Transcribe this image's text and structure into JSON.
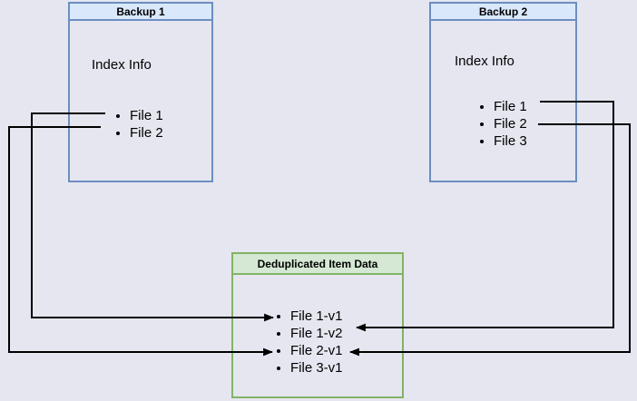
{
  "canvas": {
    "background_color": "#e6e6f0",
    "connector_color": "#000000"
  },
  "backup1": {
    "title": "Backup 1",
    "header_fill": "#dae8fc",
    "border_color": "#6c8ebf",
    "index_label": "Index Info",
    "files": [
      "File 1",
      "File 2"
    ]
  },
  "backup2": {
    "title": "Backup 2",
    "header_fill": "#dae8fc",
    "border_color": "#6c8ebf",
    "index_label": "Index Info",
    "files": [
      "File 1",
      "File 2",
      "File 3"
    ]
  },
  "dedup": {
    "title": "Deduplicated Item Data",
    "header_fill": "#d5e8d4",
    "border_color": "#82b366",
    "items": [
      "File 1-v1",
      "File 1-v2",
      "File 2-v1",
      "File 3-v1"
    ]
  },
  "connectors": [
    {
      "from": "Backup 1 / File 1",
      "to": "Deduplicated Item Data / File 1-v1"
    },
    {
      "from": "Backup 1 / File 2",
      "to": "Deduplicated Item Data / File 2-v1"
    },
    {
      "from": "Backup 2 / File 1",
      "to": "Deduplicated Item Data / File 1-v2"
    },
    {
      "from": "Backup 2 / File 2",
      "to": "Deduplicated Item Data / File 2-v1"
    }
  ]
}
